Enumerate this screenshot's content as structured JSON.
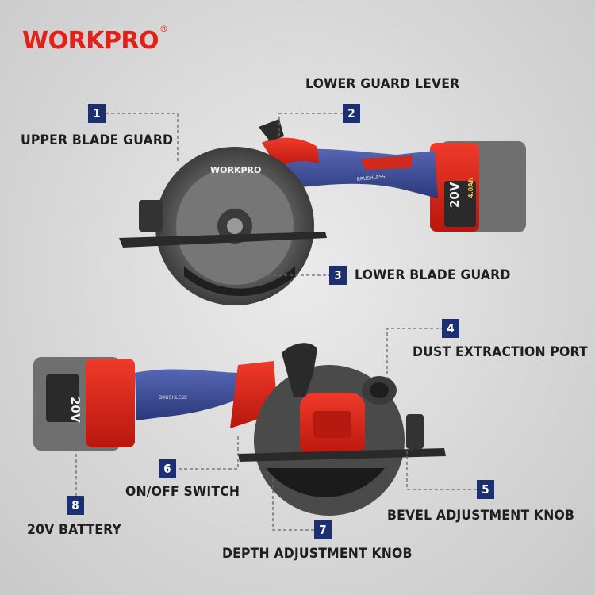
{
  "brand": {
    "name": "WORKPRO",
    "mark": "®"
  },
  "colors": {
    "brand_red": "#e32119",
    "badge_navy": "#1c2f73",
    "tool_blue": "#3a4a96",
    "text_dark": "#1e1e1e"
  },
  "callouts": [
    {
      "num": "1",
      "label": "UPPER BLADE GUARD"
    },
    {
      "num": "2",
      "label": "LOWER GUARD LEVER"
    },
    {
      "num": "3",
      "label": "LOWER BLADE GUARD"
    },
    {
      "num": "4",
      "label": "DUST EXTRACTION PORT"
    },
    {
      "num": "5",
      "label": "BEVEL ADJUSTMENT KNOB"
    },
    {
      "num": "6",
      "label": "ON/OFF SWITCH"
    },
    {
      "num": "7",
      "label": "DEPTH ADJUSTMENT KNOB"
    },
    {
      "num": "8",
      "label": "20V BATTERY"
    }
  ],
  "product_markings": {
    "blade_label": "WORKPRO",
    "battery_voltage": "20V",
    "battery_capacity": "4.0Ah",
    "motor_label": "BRUSHLESS"
  }
}
